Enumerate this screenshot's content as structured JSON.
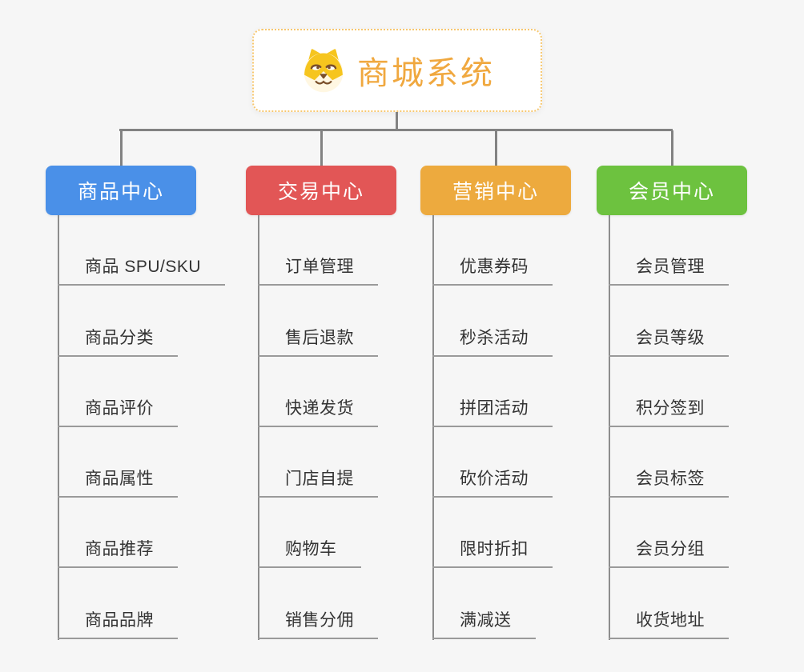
{
  "root": {
    "title": "商城系统",
    "icon": "shiba-dog-icon"
  },
  "branches": [
    {
      "label": "商品中心",
      "color": "#4a90e8",
      "items": [
        "商品 SPU/SKU",
        "商品分类",
        "商品评价",
        "商品属性",
        "商品推荐",
        "商品品牌"
      ]
    },
    {
      "label": "交易中心",
      "color": "#e25656",
      "items": [
        "订单管理",
        "售后退款",
        "快递发货",
        "门店自提",
        "购物车",
        "销售分佣"
      ]
    },
    {
      "label": "营销中心",
      "color": "#edaa3e",
      "items": [
        "优惠券码",
        "秒杀活动",
        "拼团活动",
        "砍价活动",
        "限时折扣",
        "满减送"
      ]
    },
    {
      "label": "会员中心",
      "color": "#6dc23f",
      "items": [
        "会员管理",
        "会员等级",
        "积分签到",
        "会员标签",
        "会员分组",
        "收货地址"
      ]
    }
  ],
  "colors": {
    "background": "#f6f6f6",
    "connector_line": "#828282",
    "branch_trunk_line": "#8d8d8d",
    "item_underline": "#9a9a9a",
    "item_text": "#333333",
    "root_accent": "#f0a83f",
    "root_border": "#f7c76f"
  }
}
